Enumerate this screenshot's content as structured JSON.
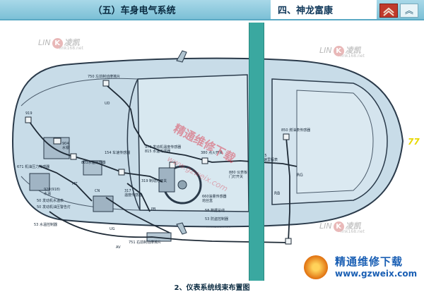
{
  "header": {
    "section_title": "（五）车身电气系统",
    "chapter_title": "四、神龙富康",
    "up_glyph": "︽"
  },
  "watermark": {
    "brand_latin": "LIN",
    "brand_k": "K",
    "brand_cn": "凌凯",
    "url": "link168.net"
  },
  "diagonal_watermark": {
    "text": "精通维修下载",
    "url": "www.gzweix.com"
  },
  "side_number": "77",
  "caption": "2、仪表系统线束布置图",
  "stamp": {
    "title": "精通维修下载",
    "url": "www.gzweix.com"
  },
  "labels": {
    "l750": "750 左前制动摩擦片",
    "ud": "UD",
    "l919": "919",
    "l904": "904",
    "l904b": "水银",
    "l671": "671 机油压力传感器",
    "l803": "803水温传感器",
    "mt": "MT",
    "l920": "920(918)",
    "l920b": "水温",
    "cn": "CN",
    "l317": "317",
    "l317b": "温度传感器",
    "l154": "154 车速传感器",
    "l970": "970 发动机温度传感器",
    "l815": "815 水温传感器",
    "l380": "380 点火开关",
    "l319": "319 制动灯开关",
    "l50a": "50 发动机水温表",
    "l50b": "50 发动机油压警告灯",
    "l53": "53 水温控制器",
    "ug": "UG",
    "pb": "PB",
    "av": "AV",
    "l751": "751 右前制动摩擦片",
    "l880": "880 仪表板",
    "l880b": "门灯开关",
    "l58": "58 数据总线",
    "l53b": "53 防盗控制器",
    "l660": "660油量传感器",
    "l660b": "熔丝盒",
    "l850": "850 燃油表传感器",
    "l850b": "",
    "l975": "975",
    "l975b": "车速里程表",
    "rg": "RG",
    "rb": "RB"
  },
  "colors": {
    "header_bg": "#7cc0d6",
    "pillar": "#3aa8a0",
    "car_body": "#c8dce8",
    "outline": "#2a3a4a",
    "watermark": "#b8b8b8",
    "accent_red": "#c0392b",
    "caption_text": "#0a2a40",
    "number_yellow": "#e8d800"
  },
  "icons": {
    "brand": "double-chevron-logo-icon",
    "up": "double-chevron-up-icon"
  }
}
